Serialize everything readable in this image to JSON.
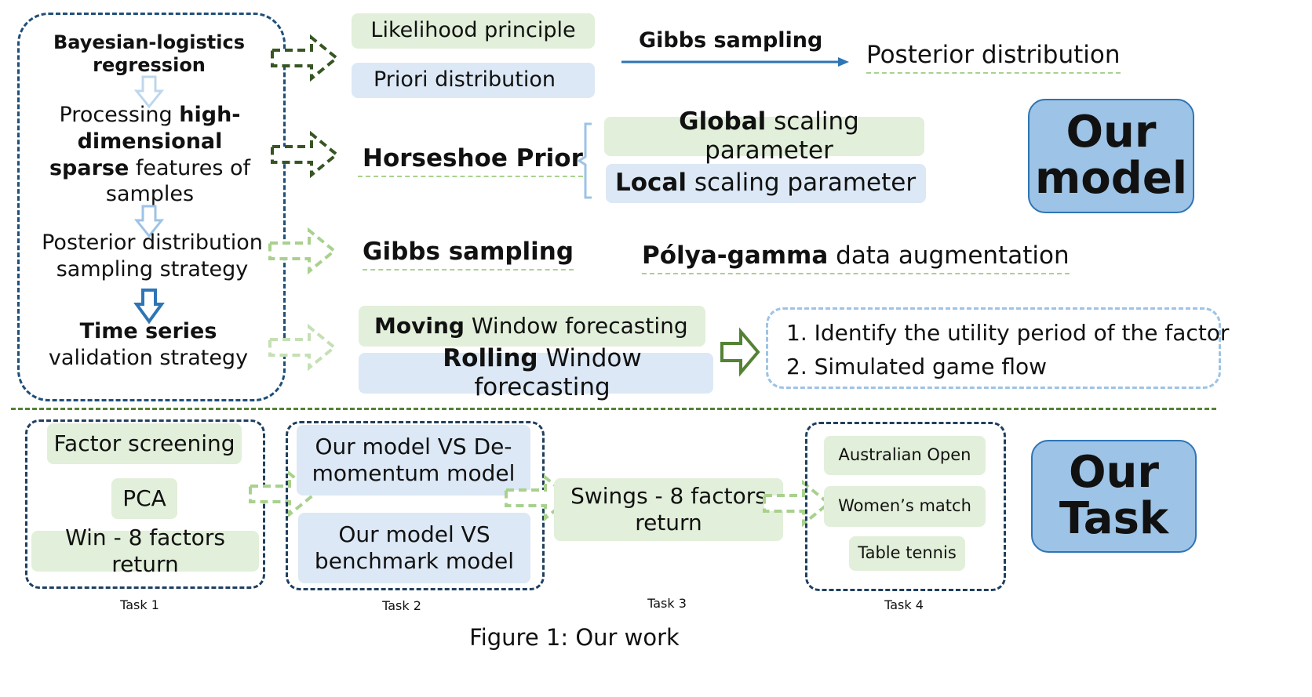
{
  "left_column": {
    "step1": {
      "bold": "Bayesian-logistics regression"
    },
    "step2": {
      "t1": "Processing ",
      "b1": "high-dimensional",
      "t2": " ",
      "b2": "sparse",
      "t3": " features of samples"
    },
    "step3": {
      "text": "Posterior distribution sampling strategy"
    },
    "step4": {
      "bold": "Time series",
      "text": " validation strategy"
    }
  },
  "row1": {
    "likelihood": "Likelihood principle",
    "priori": "Priori distribution",
    "gibbs": "Gibbs sampling",
    "posterior": "Posterior distribution"
  },
  "row2": {
    "horseshoe": "Horseshoe Prior",
    "global_bold": "Global",
    "global_text": " scaling parameter",
    "local_bold": "Local",
    "local_text": " scaling parameter"
  },
  "our_model": {
    "line1": "Our",
    "line2": "model"
  },
  "row3": {
    "gibbs": "Gibbs sampling",
    "polya_bold": "Pólya-gamma",
    "polya_text": " data augmentation"
  },
  "row4": {
    "moving_bold": "Moving",
    "moving_text": " Window forecasting",
    "rolling_bold": "Rolling",
    "rolling_text": " Window forecasting",
    "item1": "1. Identify the utility period of the factor",
    "item2": "2. Simulated game flow"
  },
  "tasks": {
    "t1": {
      "a": "Factor screening",
      "b": "PCA",
      "c": "Win - 8 factors return",
      "label": "Task 1"
    },
    "t2": {
      "a": "Our model VS De-momentum model",
      "b": "Our model VS benchmark model",
      "label": "Task 2"
    },
    "t3": {
      "a": "Swings - 8 factors return",
      "label": "Task 3"
    },
    "t4": {
      "a": "Australian Open",
      "b": "Women’s match",
      "c": "Table tennis",
      "label": "Task 4"
    }
  },
  "our_task": {
    "line1": "Our",
    "line2": "Task"
  },
  "caption": "Figure 1:  Our work",
  "colors": {
    "green_fill": "#e2efda",
    "blue_fill": "#dce8f5",
    "accent_blue": "#9dc3e6",
    "dark_green_arrow": "#375623",
    "light_green_arrow": "#a9d18e",
    "divider": "#548235"
  }
}
